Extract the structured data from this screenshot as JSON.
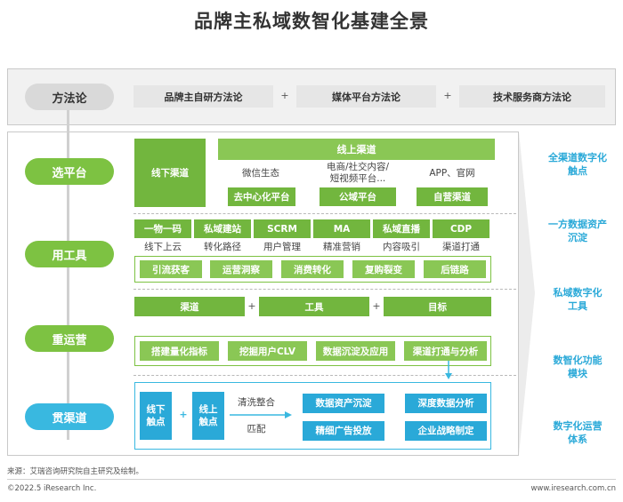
{
  "title": "品牌主私域数智化基建全景",
  "methodology": {
    "label": "方法论",
    "items": [
      "品牌主自研方法论",
      "媒体平台方法论",
      "技术服务商方法论"
    ],
    "plus": "+"
  },
  "rows": {
    "platform": "选平台",
    "tools": "用工具",
    "operation": "重运营",
    "channel": "贯渠道"
  },
  "platform": {
    "offline": "线下渠道",
    "online": "线上渠道",
    "wechat": "微信生态",
    "ecommerce_line1": "电商/社交内容/",
    "ecommerce_line2": "短视频平台...",
    "app": "APP、官网",
    "decentral": "去中心化平台",
    "public": "公域平台",
    "own": "自营渠道"
  },
  "tools": {
    "boxes": [
      "一物一码",
      "私域建站",
      "SCRM",
      "MA",
      "私域直播",
      "CDP"
    ],
    "captions": [
      "线下上云",
      "转化路径",
      "用户管理",
      "精准营销",
      "内容吸引",
      "渠道打通"
    ],
    "bottom": [
      "引流获客",
      "运营洞察",
      "消费转化",
      "复购裂变",
      "后链路"
    ]
  },
  "operation": {
    "top": [
      "渠道",
      "工具",
      "目标"
    ],
    "plus": "+",
    "bottom": [
      "搭建量化指标",
      "挖掘用户CLV",
      "数据沉淀及应用",
      "渠道打通与分析"
    ]
  },
  "channel": {
    "offline_line1": "线下",
    "offline_line2": "触点",
    "online_line1": "线上",
    "online_line2": "触点",
    "plus": "+",
    "clean": "清洗整合",
    "match": "匹配",
    "cells": [
      "数据资产沉淀",
      "深度数据分析",
      "精细广告投放",
      "企业战略制定"
    ]
  },
  "outcomes": [
    [
      "全渠道数字化",
      "触点"
    ],
    [
      "一方数据资产",
      "沉淀"
    ],
    [
      "私域数字化",
      "工具"
    ],
    [
      "数智化功能",
      "模块"
    ],
    [
      "数字化运营",
      "体系"
    ]
  ],
  "footer": {
    "source": "来源：艾瑞咨询研究院自主研究及绘制。",
    "copyright": "©2022.5 iResearch Inc.",
    "website": "www.iresearch.com.cn"
  },
  "colors": {
    "green": "#72b63e",
    "light_green": "#8ac755",
    "blue": "#2aa9d8",
    "grey": "#d9d9d9"
  }
}
